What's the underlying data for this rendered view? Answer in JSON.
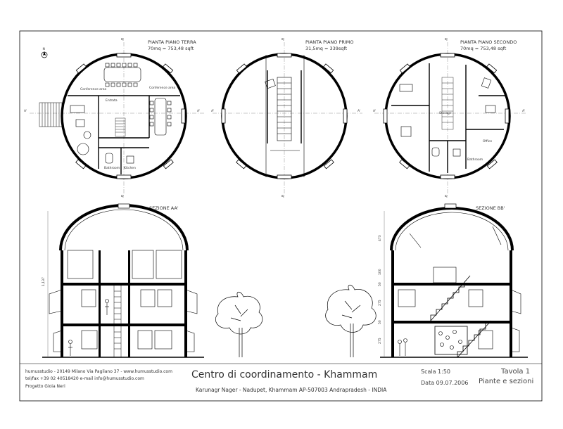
{
  "plans": {
    "ground": {
      "title": "PIANTA PIANO TERRA",
      "area": "70mq = 753,48 sqft",
      "rooms": [
        "Conference area",
        "Entrata",
        "Conference area",
        "Bathroom",
        "Kitchen"
      ]
    },
    "first": {
      "title": "PIANTA PIANO PRIMO",
      "area": "31,5mq = 339sqft"
    },
    "second": {
      "title": "PIANTA PIANO SECONDO",
      "area": "70mq = 753,48 sqft",
      "rooms": [
        "Storage",
        "Office",
        "Bathroom"
      ]
    }
  },
  "marks": {
    "a_left": "A'",
    "a_right": "A'",
    "b_top": "B'",
    "b_bottom": "B'"
  },
  "north": "N",
  "sections": {
    "aa": {
      "title": "SEZIONE AA'",
      "height_dim": "1,137"
    },
    "bb": {
      "title": "SEZIONE BB'",
      "dims": [
        "473",
        "100",
        "50",
        "275",
        "50",
        "275"
      ]
    }
  },
  "studio": {
    "line1": "humusstudio - 20149 Milano Via Pagliano 37 - www.humusstudio.com",
    "line2": "tel/fax +39 02 40518420 e-mail info@humusstudio.com",
    "line3": "Progetto Gioia Neri"
  },
  "project": {
    "title": "Centro di coordinamento - Khammam",
    "address": "Karunagr Nager - Nadupet, Khammam AP-507003 Andrapradesh - INDIA"
  },
  "meta": {
    "scale": "Scala 1:50",
    "date": "Data 09.07.2006",
    "sheet": "Tavola 1",
    "subject": "Piante e sezioni"
  }
}
